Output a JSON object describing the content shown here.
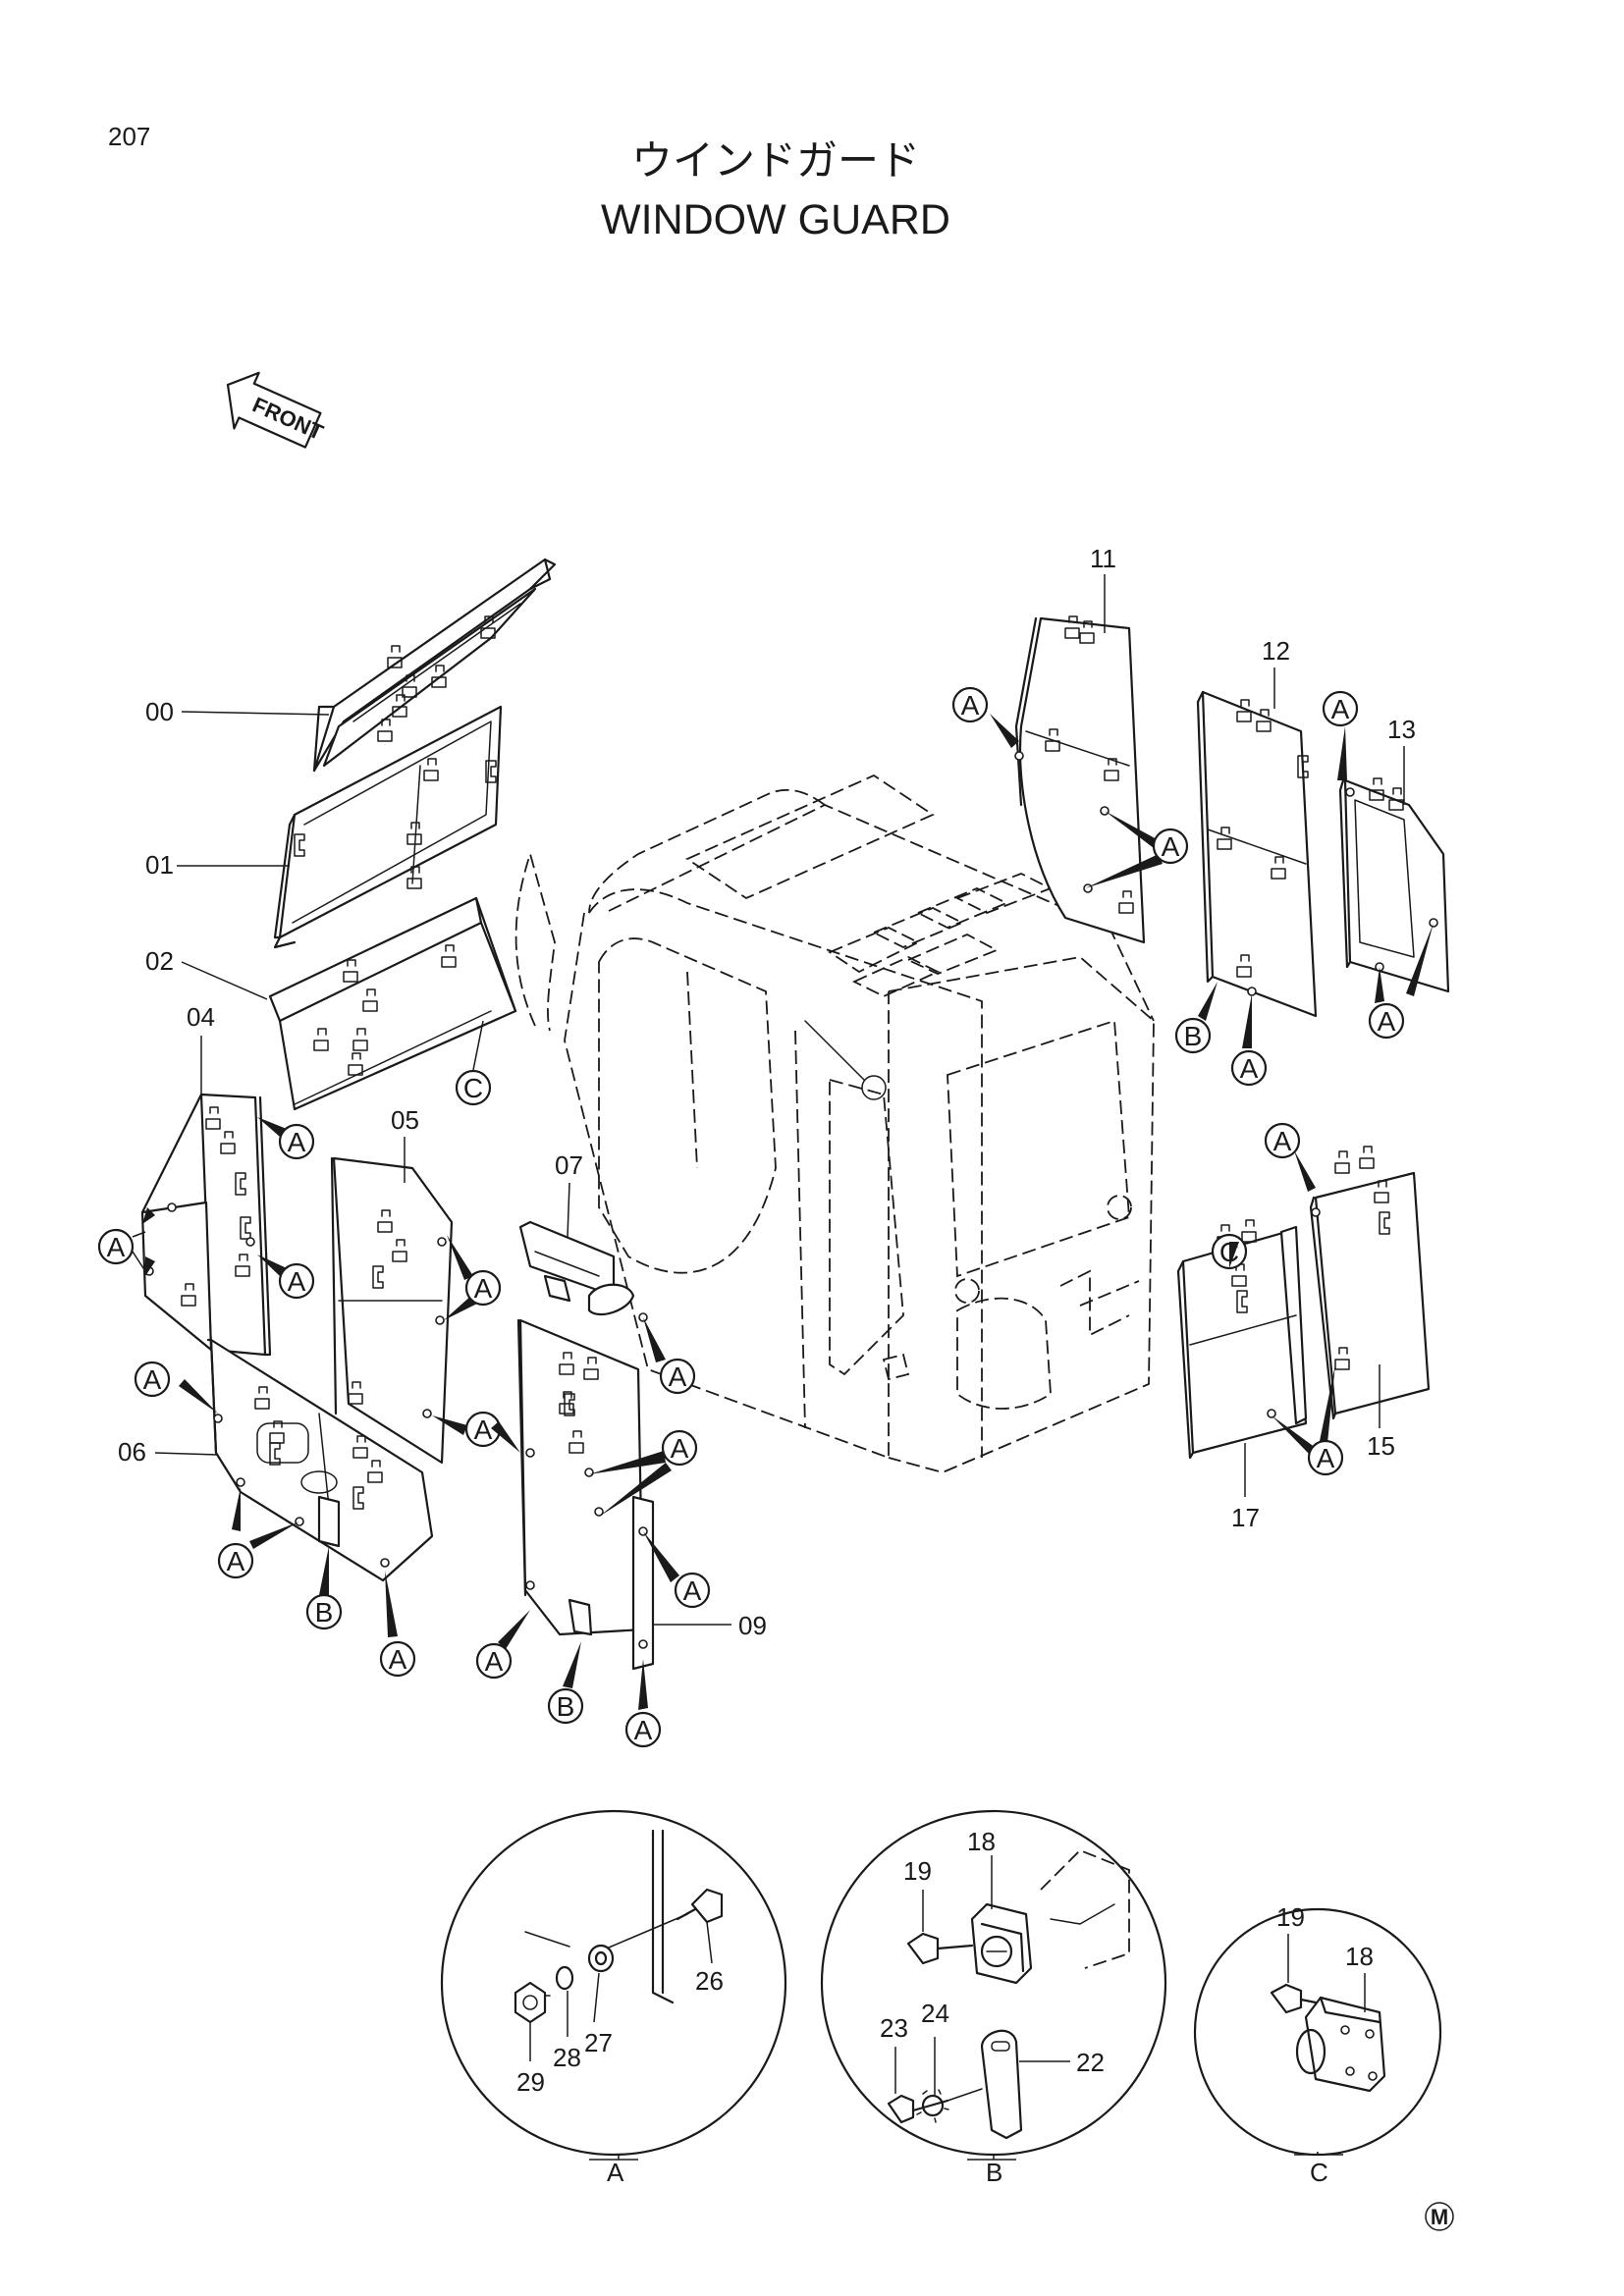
{
  "page_number": "207",
  "title": {
    "japanese": "ウインドガード",
    "english": "WINDOW GUARD"
  },
  "front_marker": "FRONT",
  "part_callouts": [
    "00",
    "01",
    "02",
    "04",
    "05",
    "06",
    "07",
    "09",
    "11",
    "12",
    "13",
    "15",
    "17"
  ],
  "detail_callouts": {
    "A": [
      "26",
      "27",
      "28",
      "29"
    ],
    "B": [
      "18",
      "19",
      "22",
      "23",
      "24"
    ],
    "C": [
      "19",
      "18"
    ]
  },
  "detail_view_labels": [
    "A",
    "B",
    "C"
  ],
  "reference_markers": [
    "A",
    "B",
    "C"
  ],
  "footer_mark": "M"
}
